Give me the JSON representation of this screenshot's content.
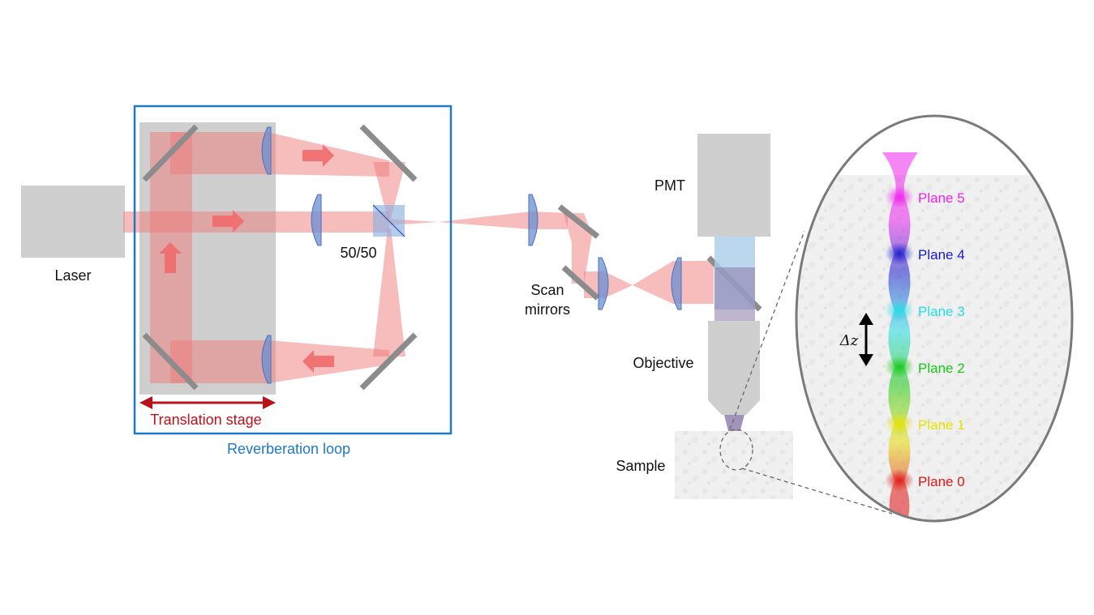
{
  "labels": {
    "laser": "Laser",
    "splitter": "50/50",
    "translation_stage": "Translation stage",
    "reverberation_loop": "Reverberation loop",
    "scan_mirrors_line1": "Scan",
    "scan_mirrors_line2": "mirrors",
    "pmt": "PMT",
    "objective": "Objective",
    "sample": "Sample",
    "delta_z": "Δz"
  },
  "planes": [
    {
      "label": "Plane 5",
      "color": "#ee22ee"
    },
    {
      "label": "Plane 4",
      "color": "#1a1acc"
    },
    {
      "label": "Plane 3",
      "color": "#22dde8"
    },
    {
      "label": "Plane 2",
      "color": "#14c814"
    },
    {
      "label": "Plane 1",
      "color": "#e8e000"
    },
    {
      "label": "Plane 0",
      "color": "#e01414"
    }
  ],
  "colors": {
    "loop_border": "#1f79c4",
    "stage_arrow": "#b8121b",
    "beam": "#f07a7a",
    "lens": "#6a8fd0",
    "mirror": "#8c8c8c",
    "component": "#cfcfcf"
  }
}
